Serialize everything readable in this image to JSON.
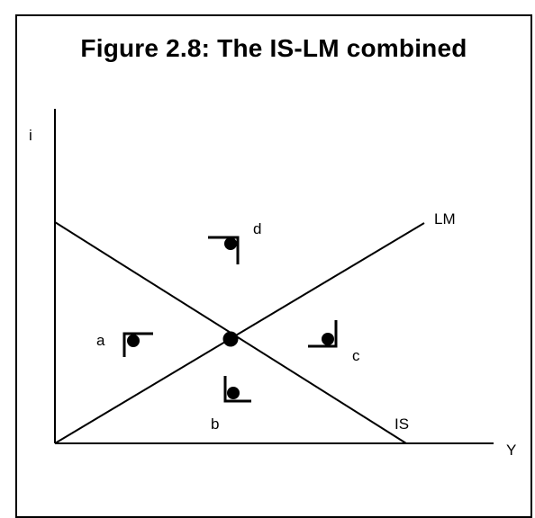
{
  "figure": {
    "title": "Figure 2.8: The IS-LM combined"
  },
  "axes": {
    "y_label": "i",
    "x_label": "Y"
  },
  "curves": {
    "lm_label": "LM",
    "is_label": "IS"
  },
  "regions": [
    {
      "label": "a",
      "icon": "upper-left-corner-with-dot"
    },
    {
      "label": "b",
      "icon": "lower-left-corner-with-dot"
    },
    {
      "label": "c",
      "icon": "lower-right-corner-with-dot"
    },
    {
      "label": "d",
      "icon": "upper-right-corner-with-dot"
    }
  ],
  "equilibrium": {
    "marker": "filled-dot"
  },
  "colors": {
    "ink": "#000000",
    "background": "#ffffff"
  }
}
